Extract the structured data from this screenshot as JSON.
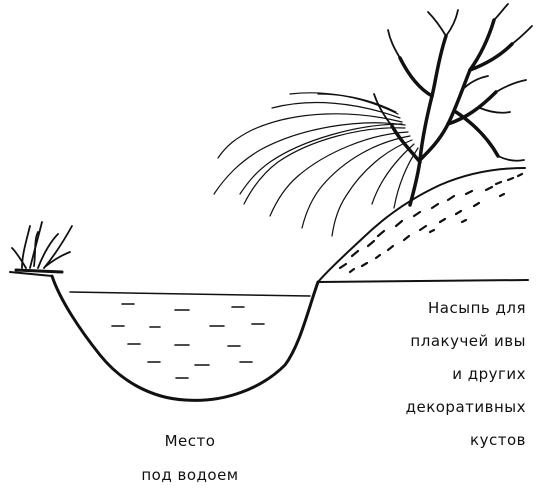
{
  "labels": {
    "pond_area": [
      "Место",
      "под водоем"
    ],
    "embankment": [
      "Насыпь для",
      "плакучей ивы",
      "и других",
      "декоративных",
      "кустов"
    ]
  },
  "colors": {
    "ink": "#111111",
    "background": "#ffffff"
  },
  "figure": {
    "elements": [
      "pond",
      "water-ripples",
      "grass-tuft",
      "embankment-mound",
      "weeping-willow"
    ]
  }
}
